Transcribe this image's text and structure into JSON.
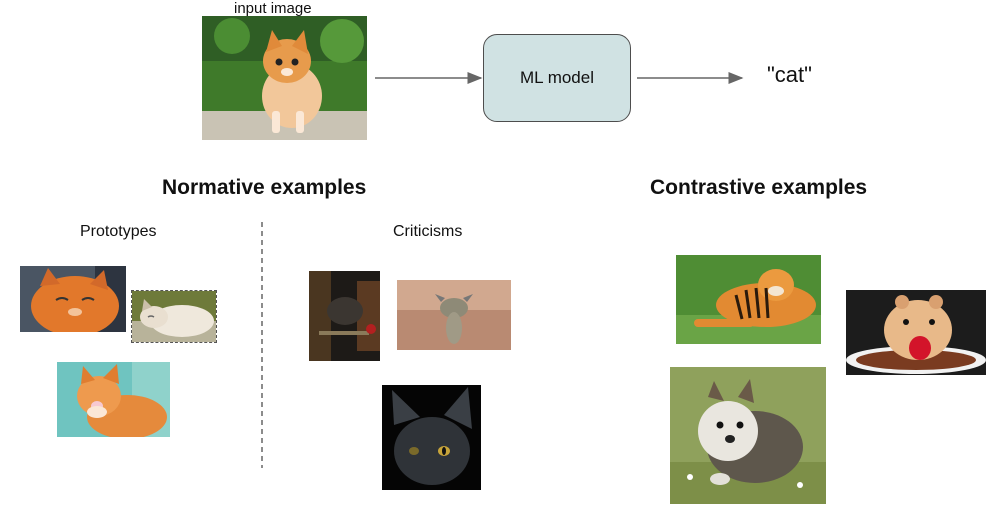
{
  "pipeline": {
    "input_caption": "input image",
    "model_label": "ML model",
    "output_label": "\"cat\""
  },
  "normative": {
    "title": "Normative examples",
    "prototypes_label": "Prototypes",
    "criticisms_label": "Criticisms"
  },
  "contrastive": {
    "title": "Contrastive examples"
  },
  "colors": {
    "model_fill": "#d0e2e3",
    "arrow": "#666666",
    "divider": "#666666"
  }
}
